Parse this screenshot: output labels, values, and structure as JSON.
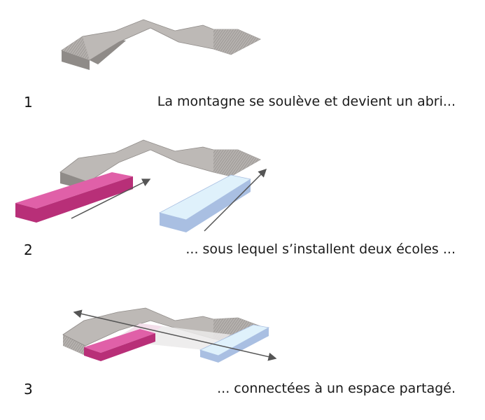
{
  "colors": {
    "roof_top": "#bdb9b6",
    "roof_side": "#8f8b88",
    "pink_top": "#e060a8",
    "pink_side": "#b82f78",
    "blue_top": "#dff1fb",
    "blue_side": "#a9bfe2",
    "arrow": "#555555"
  },
  "steps": [
    {
      "number": "1",
      "caption": "La montagne se soulève et devient un abri..."
    },
    {
      "number": "2",
      "caption": "... sous lequel s’installent deux écoles ..."
    },
    {
      "number": "3",
      "caption": "... connectées à un espace partagé."
    }
  ]
}
